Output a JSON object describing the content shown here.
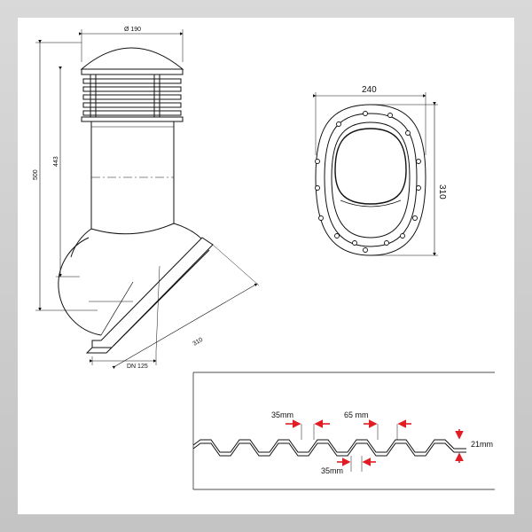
{
  "drawing": {
    "vent_dimensions": {
      "cap_diameter": "Ø 190",
      "total_height": "500",
      "upper_height": "443",
      "pipe_label": "DN 125",
      "base_length": "310"
    },
    "flange_dimensions": {
      "width": "240",
      "height": "310"
    },
    "profile_dimensions": {
      "pitch_top": "35mm",
      "crest_width": "65 mm",
      "pitch_bottom": "35mm",
      "wave_height": "21mm"
    },
    "colors": {
      "line": "#111111",
      "arrow": "#e31b23",
      "background": "#ffffff",
      "frame": "#cfcfcf"
    }
  }
}
